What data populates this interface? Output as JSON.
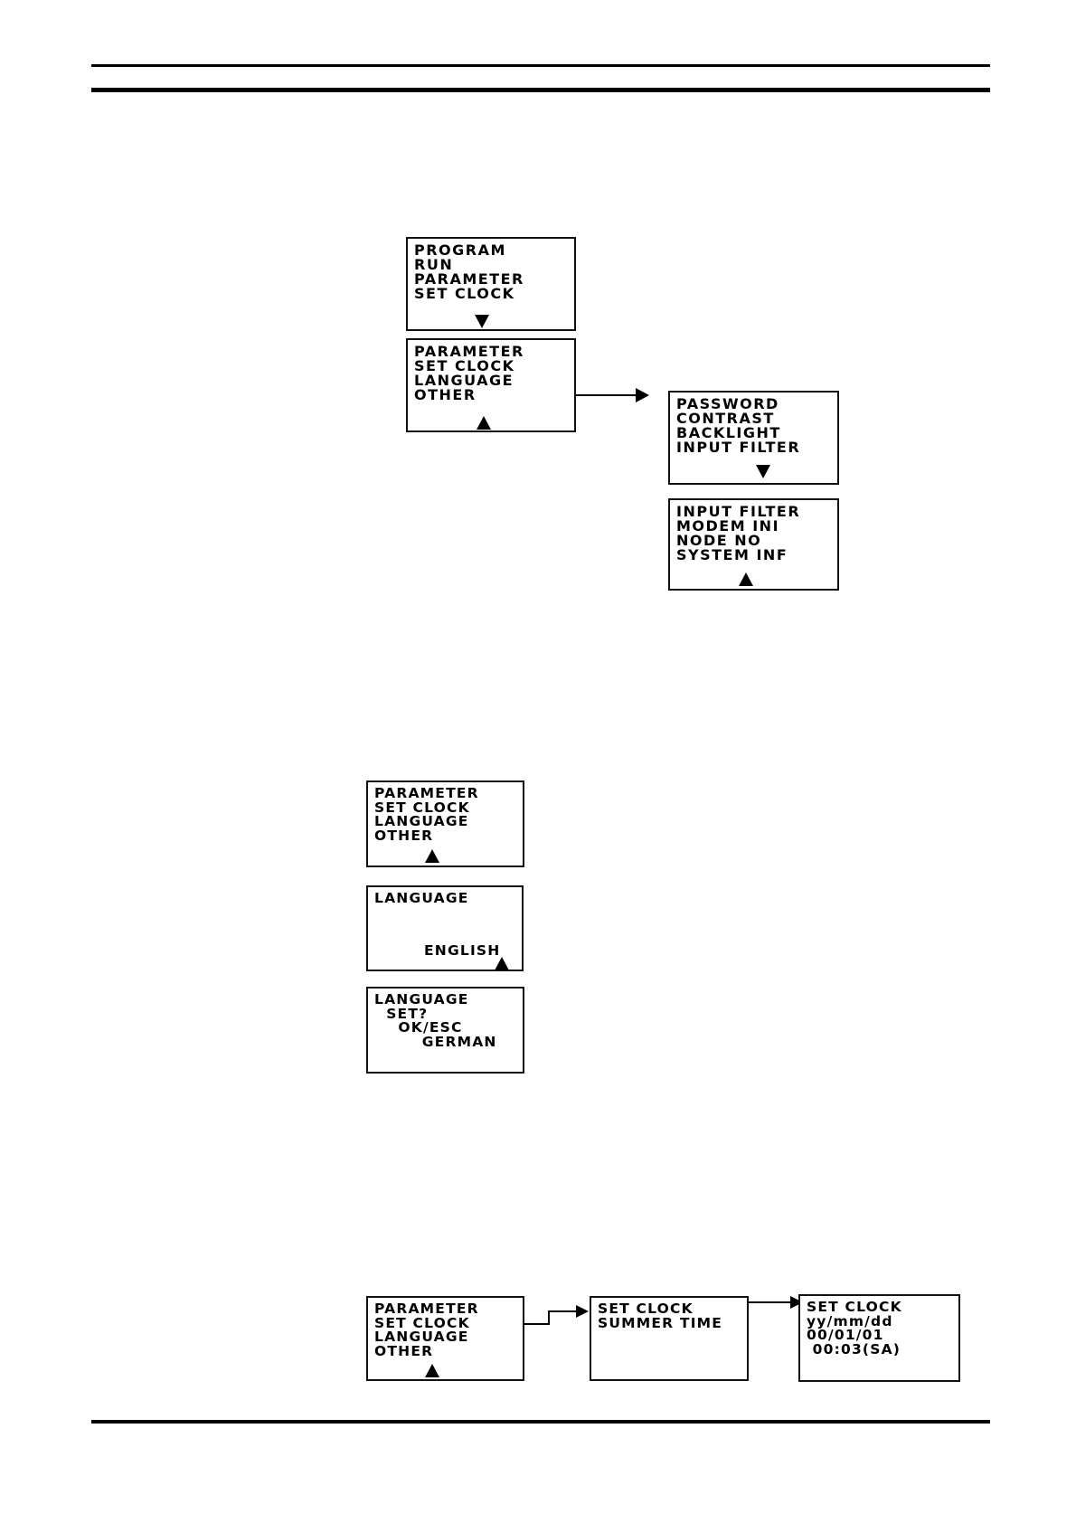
{
  "screens": {
    "main_menu_1": [
      "PROGRAM",
      "RUN",
      "PARAMETER",
      "SET CLOCK"
    ],
    "main_menu_2": [
      "PARAMETER",
      "SET CLOCK",
      "LANGUAGE",
      "OTHER"
    ],
    "other_menu_1": [
      "PASSWORD",
      "CONTRAST",
      "BACKLIGHT",
      "INPUT FILTER"
    ],
    "other_menu_2": [
      "INPUT FILTER",
      "MODEM INI",
      "NODE NO",
      "SYSTEM INF"
    ],
    "language_menu": [
      "PARAMETER",
      "SET CLOCK",
      "LANGUAGE",
      "OTHER"
    ],
    "language_screen": {
      "title": "LANGUAGE",
      "value": "ENGLISH"
    },
    "language_confirm": [
      "LANGUAGE",
      "  SET?",
      "    OK/ESC",
      "        GERMAN"
    ],
    "clock_menu": [
      "PARAMETER",
      "SET CLOCK",
      "LANGUAGE",
      "OTHER"
    ],
    "clock_submenu": [
      "SET CLOCK",
      "SUMMER TIME"
    ],
    "clock_screen": [
      "SET CLOCK",
      "yy/mm/dd",
      "00/01/01",
      " 00:03(SA)"
    ]
  }
}
